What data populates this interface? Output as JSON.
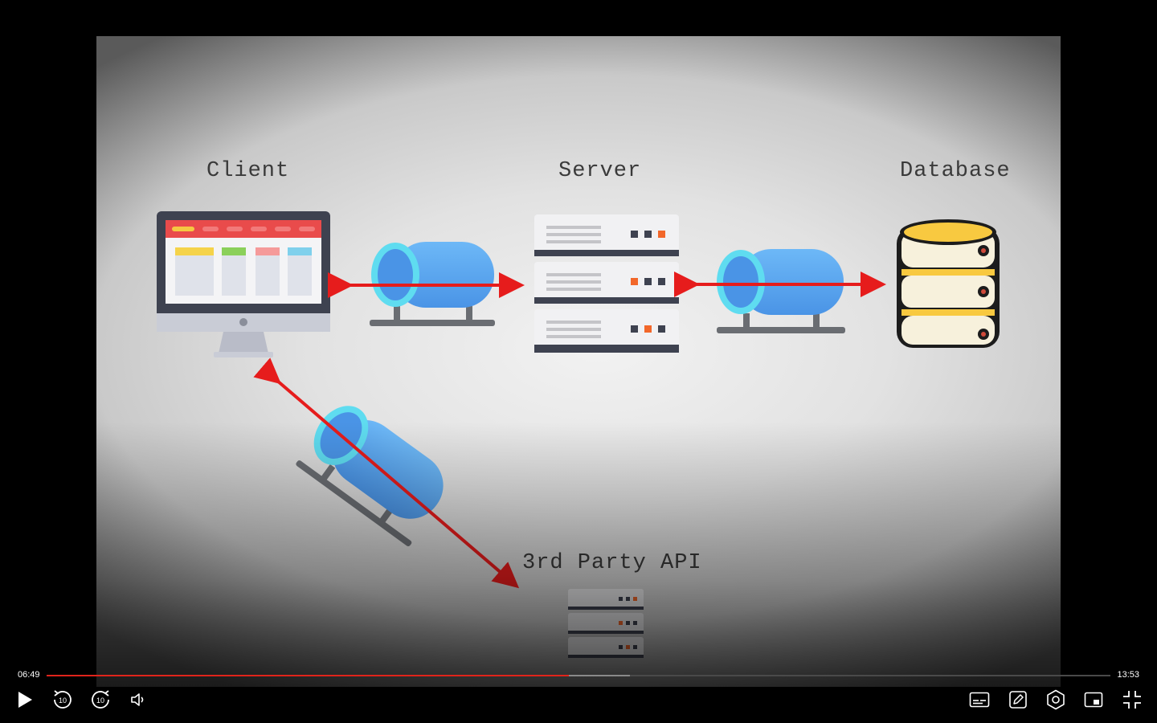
{
  "diagram": {
    "client_label": "Client",
    "server_label": "Server",
    "database_label": "Database",
    "api_label": "3rd Party API"
  },
  "player": {
    "current_time": "06:49",
    "duration": "13:53",
    "progress_fraction": 0.491,
    "buffered_fraction": 0.548,
    "rewind_seconds": "10",
    "forward_seconds": "10"
  },
  "icons": {
    "play": "play-icon",
    "rewind": "rewind-10-icon",
    "forward": "forward-10-icon",
    "volume": "volume-icon",
    "captions": "captions-icon",
    "notes": "pencil-icon",
    "settings": "gear-icon",
    "pip": "picture-in-picture-icon",
    "fullscreen_exit": "exit-fullscreen-icon"
  },
  "colors": {
    "arrow_red": "#e61c1c",
    "pipe_blue": "#5aa8f2",
    "pipe_rim": "#5fdcf0",
    "progress_red": "#e0241b"
  }
}
